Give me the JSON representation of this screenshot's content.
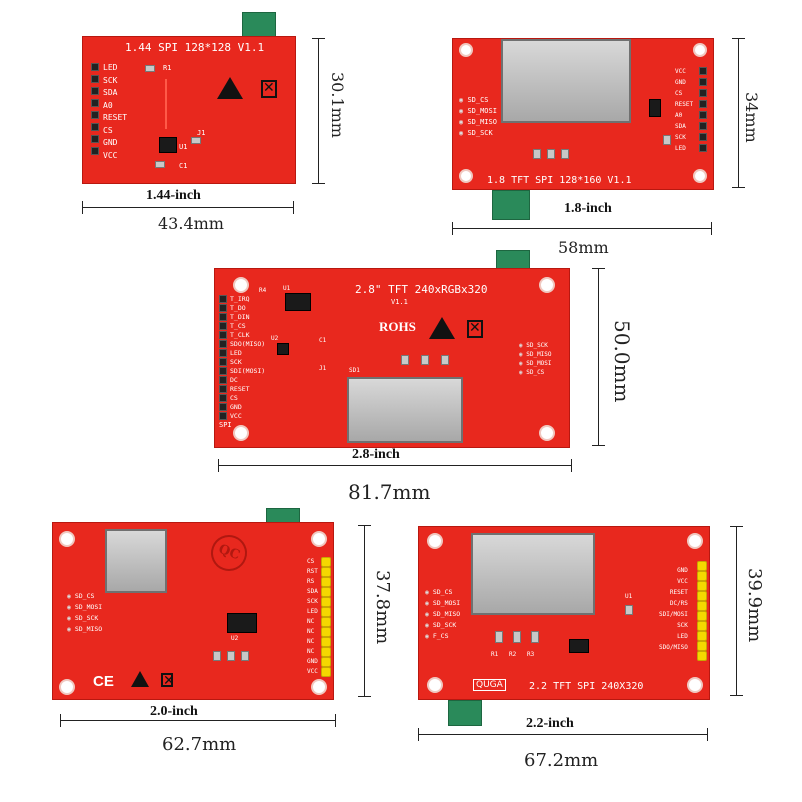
{
  "boards": {
    "b144": {
      "title": "1.44  SPI 128*128 V1.1",
      "pins": [
        "LED",
        "SCK",
        "SDA",
        "A0",
        "RESET",
        "CS",
        "GND",
        "VCC"
      ],
      "components": {
        "r1": "R1",
        "j1": "J1",
        "u1": "U1",
        "c1": "C1"
      },
      "size_label": "1.44-inch",
      "width": "43.4mm",
      "height": "30.1mm"
    },
    "b18": {
      "title": "1.8 TFT  SPI  128*160  V1.1",
      "pins": [
        "VCC",
        "GND",
        "CS",
        "RESET",
        "A0",
        "SDA",
        "SCK",
        "LED"
      ],
      "sd_pins": [
        "SD_CS",
        "SD_MOSI",
        "SD_MISO",
        "SD_SCK"
      ],
      "size_label": "1.8-inch",
      "width": "58mm",
      "height": "34mm"
    },
    "b28": {
      "title": "2.8\" TFT 240xRGBx320",
      "version": "V1.1",
      "rohs": "ROHS",
      "pins": [
        "T_IRQ",
        "T_DO",
        "T_DIN",
        "T_CS",
        "T_CLK",
        "SDO(MISO)",
        "LED",
        "SCK",
        "SDI(MOSI)",
        "DC",
        "RESET",
        "CS",
        "GND",
        "VCC"
      ],
      "spi": "SPI",
      "sd_pins": [
        "SD_SCK",
        "SD_MISO",
        "SD_MOSI",
        "SD_CS"
      ],
      "components": {
        "u1": "U1",
        "u2": "U2",
        "r4": "R4",
        "c1": "C1",
        "j1": "J1",
        "sd1": "SD1"
      },
      "size_label": "2.8-inch",
      "width": "81.7mm",
      "height": "50.0mm"
    },
    "b20": {
      "pins": [
        "CS",
        "RST",
        "RS",
        "SDA",
        "SCK",
        "LED",
        "NC",
        "NC",
        "NC",
        "NC",
        "GND",
        "VCC"
      ],
      "sd_pins": [
        "SD_CS",
        "SD_MOSI",
        "SD_SCK",
        "SD_MISO"
      ],
      "stamp": "QC",
      "components": {
        "u2": "U2"
      },
      "size_label": "2.0-inch",
      "width": "62.7mm",
      "height": "37.8mm"
    },
    "b22": {
      "title": "2.2 TFT SPI 240X320",
      "brand": "QUGA",
      "pins": [
        "GND",
        "VCC",
        "RESET",
        "DC/RS",
        "SDI/MOSI",
        "SCK",
        "LED",
        "SDO/MISO"
      ],
      "sd_pins": [
        "SD_CS",
        "SD_MOSI",
        "SD_MISO",
        "SD_SCK",
        "F_CS"
      ],
      "components": {
        "r1": "R1",
        "r2": "R2",
        "r3": "R3",
        "u1": "U1"
      },
      "size_label": "2.2-inch",
      "width": "67.2mm",
      "height": "39.9mm"
    }
  },
  "colors": {
    "pcb": "#e8281e",
    "silkscreen": "#ffffff",
    "tab": "#2a8a5a",
    "header_yellow": "#f5d800"
  }
}
